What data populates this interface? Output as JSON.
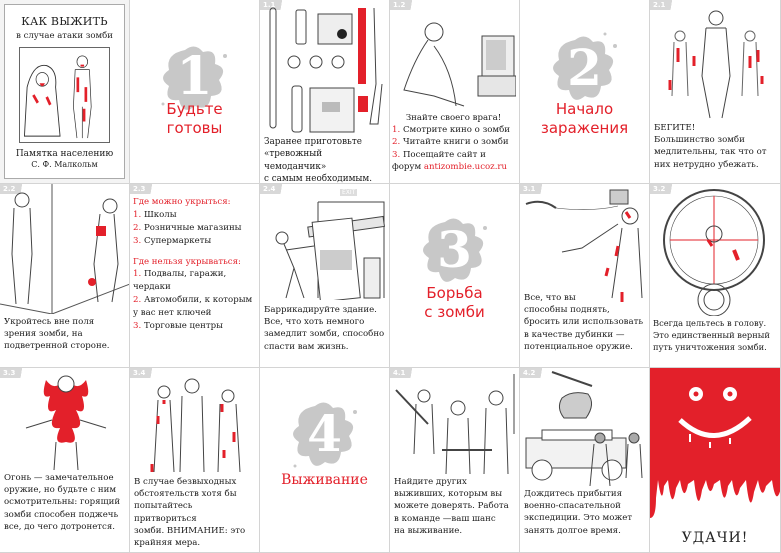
{
  "cover": {
    "title": "КАК ВЫЖИТЬ",
    "subtitle": "в случае атаки зомби",
    "footer": "Памятка населению",
    "author": "С. Ф. Малкольм"
  },
  "chapters": [
    {
      "number": "1",
      "title_line1": "Будьте",
      "title_line2": "готовы"
    },
    {
      "number": "2",
      "title_line1": "Начало",
      "title_line2": "заражения"
    },
    {
      "number": "3",
      "title_line1": "Борьба",
      "title_line2": "с зомби"
    },
    {
      "number": "4",
      "title_line1": "Выживание",
      "title_line2": ""
    }
  ],
  "cards": {
    "c1_1": {
      "label": "1.1",
      "lines": [
        "Заранее приготовьте",
        "«тревожный чемоданчик»",
        "с самым необходимым."
      ]
    },
    "c1_2": {
      "label": "1.2",
      "heading": "Знайте своего врага!",
      "items": [
        {
          "n": "1.",
          "t": "Смотрите кино о зомби"
        },
        {
          "n": "2.",
          "t": "Читайте книги о зомби"
        },
        {
          "n": "3.",
          "t": "Посещайте сайт и"
        }
      ],
      "forum_prefix": "форум ",
      "forum_link": "antizombie.ucoz.ru"
    },
    "c2_1": {
      "label": "2.1",
      "lines": [
        "БЕГИТЕ!",
        "Большинство зомби",
        "медлительны, так что от",
        "них нетрудно убежать."
      ]
    },
    "c2_2": {
      "label": "2.2",
      "lines": [
        "Укройтесь вне поля",
        "зрения зомби, на",
        "подветренной стороне."
      ]
    },
    "c2_3": {
      "label": "2.3",
      "can_heading": "Где можно укрыться:",
      "can_items": [
        {
          "n": "1.",
          "t": "Школы"
        },
        {
          "n": "2.",
          "t": "Розничные магазины"
        },
        {
          "n": "3.",
          "t": "Супермаркеты"
        }
      ],
      "cannot_heading": "Где нельзя укрываться:",
      "cannot_items": [
        {
          "n": "1.",
          "t": "Подвалы, гаражи,"
        },
        {
          "n": "",
          "t": "чердаки"
        },
        {
          "n": "2.",
          "t": "Автомобили, к которым"
        },
        {
          "n": "",
          "t": "у вас нет ключей"
        },
        {
          "n": "3.",
          "t": "Торговые центры"
        }
      ]
    },
    "c2_4": {
      "label": "2.4",
      "exit_sign": "EXIT",
      "lines": [
        "Баррикадируйте здание.",
        "Все, что хоть немного",
        "замедлит зомби, способно",
        "спасти вам жизнь."
      ]
    },
    "c3_1": {
      "label": "3.1",
      "lines": [
        "Все, что вы",
        "способны поднять,",
        "бросить или использовать",
        "в качестве дубинки —",
        "потенциальное оружие."
      ]
    },
    "c3_2": {
      "label": "3.2",
      "lines": [
        "Всегда цельтесь в голову.",
        "Это единственный верный",
        "путь уничтожения зомби."
      ]
    },
    "c3_3": {
      "label": "3.3",
      "lines": [
        "Огонь — замечательное",
        "оружие, но будьте с ним",
        "осмотрительны: горящий",
        "зомби способен поджечь",
        "все, до чего дотронется."
      ]
    },
    "c3_4": {
      "label": "3.4",
      "lines": [
        "В случае безвыходных",
        "обстоятельств хотя бы",
        "попытайтесь притвориться",
        "зомби. ВНИМАНИЕ: это",
        "крайняя мера."
      ]
    },
    "c4_1": {
      "label": "4.1",
      "lines": [
        "Найдите других",
        "выживших, которым вы",
        "можете доверять. Работа",
        "в команде —ваш шанс",
        "на выживание."
      ]
    },
    "c4_2": {
      "label": "4.2",
      "lines": [
        "Дождитесь прибытия",
        "военно-спасательной",
        "экспедиции. Это может",
        "занять долгое время."
      ]
    },
    "final": {
      "text": "УДАЧИ!"
    }
  },
  "colors": {
    "accent": "#e3202a",
    "splat": "#c8c8c8",
    "text": "#1b1b1b",
    "border": "#d4d4d4"
  }
}
